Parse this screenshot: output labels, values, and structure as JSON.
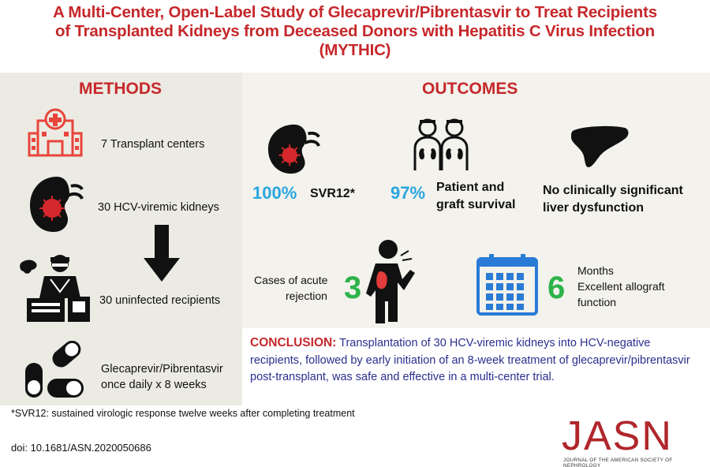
{
  "title": {
    "line1": "A Multi-Center, Open-Label Study of Glecaprevir/Pibrentasvir to Treat Recipients",
    "line2": "of Transplanted Kidneys from Deceased Donors with Hepatitis C Virus Infection",
    "line3": "(MYTHIC)"
  },
  "methods": {
    "heading": "METHODS",
    "centers": "7 Transplant centers",
    "kidneys": "30 HCV-viremic kidneys",
    "recipients": "30 uninfected recipients",
    "drug_line1": "Glecaprevir/Pibrentasvir",
    "drug_line2": "once daily x 8 weeks"
  },
  "outcomes": {
    "heading": "OUTCOMES",
    "svr_value": "100%",
    "svr_label": "SVR12*",
    "survival_value": "97%",
    "survival_line1": "Patient and",
    "survival_line2": "graft survival",
    "liver_line1": "No clinically significant",
    "liver_line2": "liver dysfunction",
    "rejection_line1": "Cases of acute",
    "rejection_line2": "rejection",
    "rejection_value": "3",
    "months_value": "6",
    "months_line1": "Months",
    "months_line2": "Excellent allograft",
    "months_line3": "function"
  },
  "conclusion": {
    "label": "CONCLUSION:",
    "text": " Transplantation of 30 HCV-viremic kidneys into HCV-negative recipients, followed by early initiation of an 8-week treatment of glecaprevir/pibrentasvir post-transplant, was safe and effective in a multi-center trial."
  },
  "footnote": "*SVR12: sustained virologic response twelve weeks after completing treatment",
  "doi": "doi: 10.1681/ASN.2020050686",
  "journal": {
    "logo": "JASN",
    "subtitle": "JOURNAL OF THE AMERICAN SOCIETY OF NEPHROLOGY"
  },
  "colors": {
    "red": "#c6282b",
    "blue": "#2aa6e0",
    "green": "#2db34a",
    "navy": "#2b2f8f"
  }
}
